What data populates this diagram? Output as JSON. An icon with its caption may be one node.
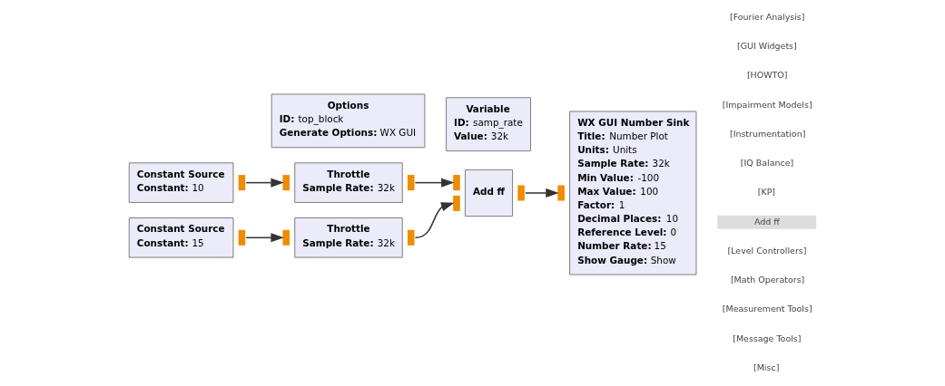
{
  "diagram": {
    "nodes": [
      {
        "text": [
          "Options",
          "ID: top_block",
          "Generate Options: WX GUI"
        ]
      },
      {
        "text": [
          "Variable",
          "ID: samp_rate",
          "Value: 32k"
        ]
      },
      {
        "text": [
          "Constant Source",
          "Constant: 10"
        ]
      },
      {
        "text": [
          "Constant Source",
          "Constant: 15"
        ]
      },
      {
        "text": [
          "Throttle",
          "Sample Rate: 32k"
        ]
      },
      {
        "text": [
          "Throttle",
          "Sample Rate: 32k"
        ]
      },
      {
        "text": [
          "Add ff"
        ]
      },
      {
        "text": [
          "WX GUI Number Sink",
          "Title: Number Plot",
          "Units: Units",
          "Sample Rate: 32k",
          "Min Value: -100",
          "Max Value: 100",
          "Factor: 1",
          "Decimal Places: 10",
          "Reference Level: 0",
          "Number Rate: 15",
          "Show Gauge: Show"
        ]
      }
    ],
    "edges": [
      {
        "from": 2,
        "to": 4,
        "arrow": "to"
      },
      {
        "from": 3,
        "to": 5,
        "arrow": "to"
      },
      {
        "from": 4,
        "to": 6,
        "arrow": "to"
      },
      {
        "from": 5,
        "to": 6,
        "arrow": "to"
      },
      {
        "from": 6,
        "to": 7,
        "arrow": "to"
      }
    ],
    "labels": [
      "[Fourier Analysis]",
      "[GUI Widgets]",
      "[HOWTO]",
      "[Impairment Models]",
      "[Instrumentation]",
      "[IQ Balance]",
      "[KP]",
      "Add ff",
      "[Level Controllers]",
      "[Math Operators]",
      "[Measurement Tools]",
      "[Message Tools]",
      "[Misc]"
    ]
  }
}
